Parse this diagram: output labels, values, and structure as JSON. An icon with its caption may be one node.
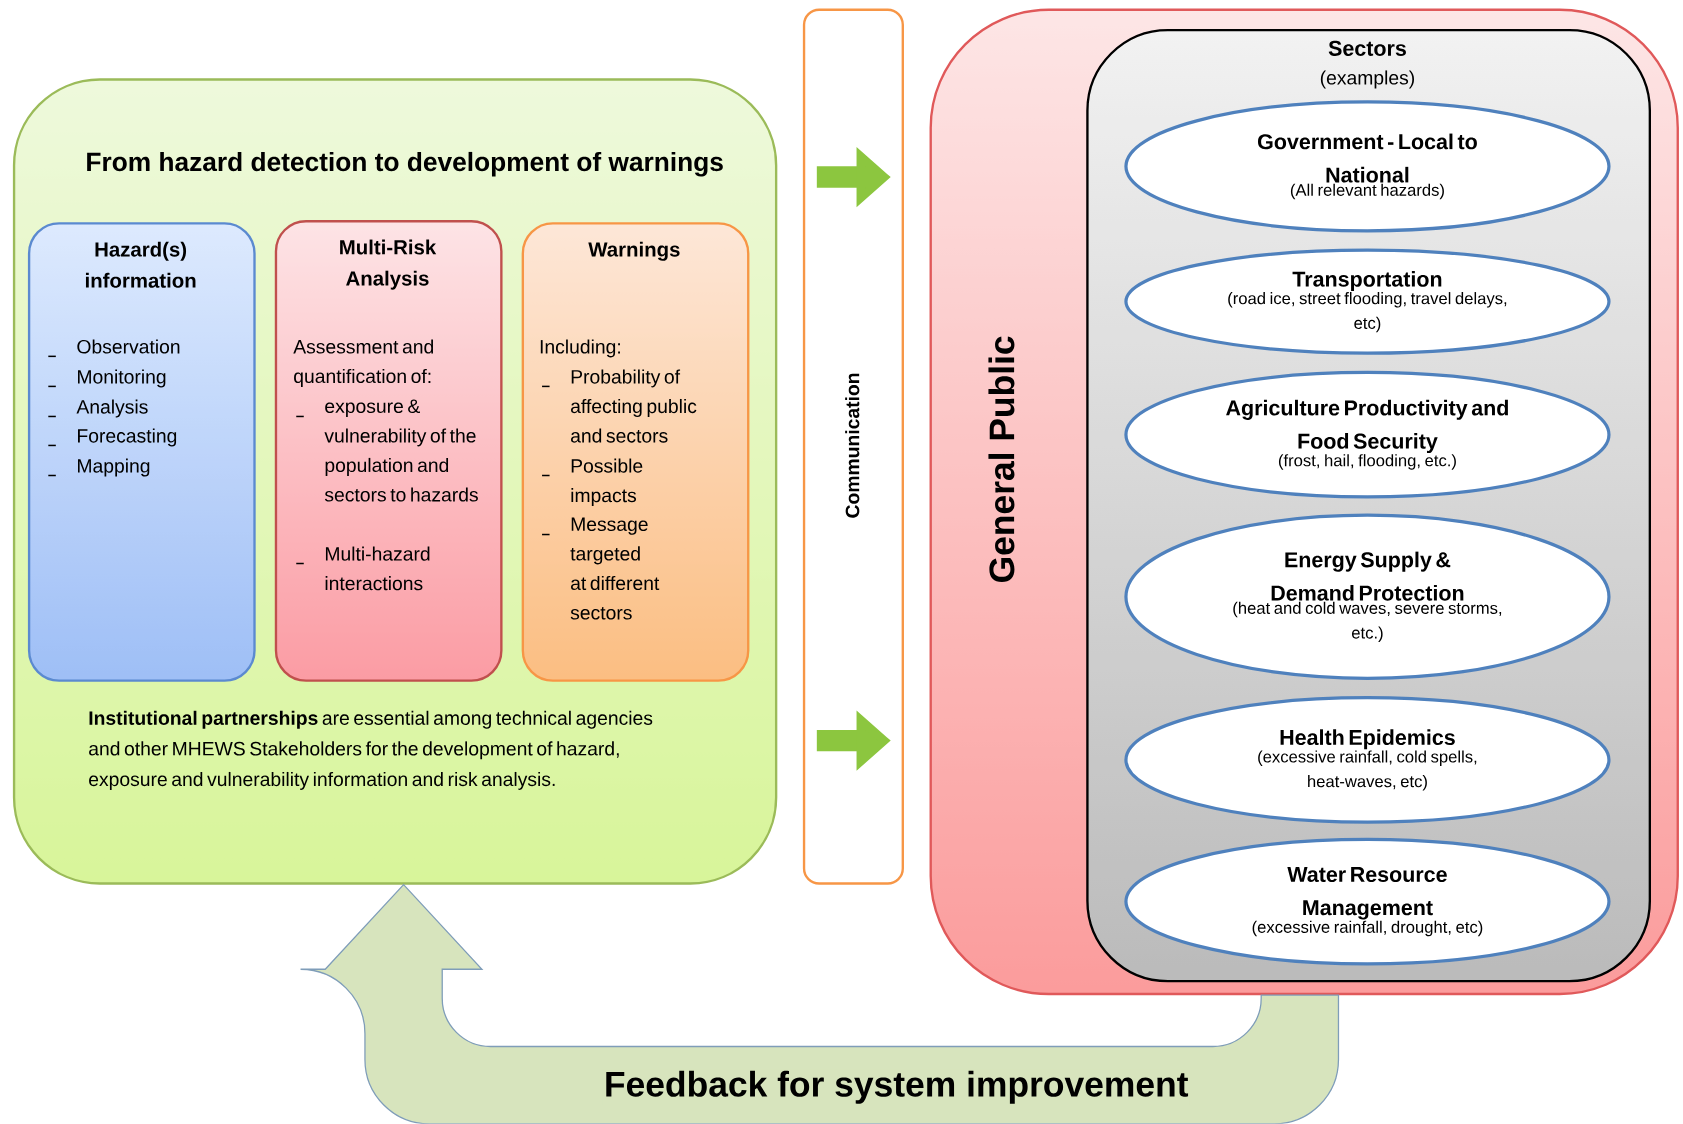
{
  "diagram": {
    "nodes": [
      {
        "text": [
          "From hazard detection to development of warnings",
          "**Institutional partnerships** are essential among technical agencies and other MHEWS Stakeholders for the development of hazard, exposure and vulnerability information and risk analysis."
        ]
      },
      {
        "text": [
          "Hazard(s) information",
          "Observation",
          "Monitoring",
          "Analysis",
          "Forecasting",
          "Mapping"
        ],
        "in": 0
      },
      {
        "text": [
          "Multi-Risk Analysis",
          "Assessment and quantification of:",
          "exposure & vulnerability of the population and sectors to hazards",
          "Multi-hazard interactions"
        ],
        "in": 0
      },
      {
        "text": [
          "Warnings",
          "Including:",
          "Probability of affecting public and sectors",
          "Possible impacts",
          "Message targeted at different sectors"
        ],
        "in": 0
      },
      {
        "text": [
          "Communication"
        ]
      },
      {
        "text": [
          "General Public"
        ]
      },
      {
        "text": [
          "Sectors",
          "(examples)"
        ],
        "in": 5
      },
      {
        "text": [
          "Government - Local to National",
          "(All relevant hazards)"
        ],
        "in": 6
      },
      {
        "text": [
          "Transportation",
          "(road ice, street flooding, travel delays, etc)"
        ],
        "in": 6
      },
      {
        "text": [
          "Agriculture Productivity and Food Security",
          "(frost, hail, flooding, etc.)"
        ],
        "in": 6
      },
      {
        "text": [
          "Energy Supply & Demand Protection",
          "(heat and cold waves, severe storms, etc.)"
        ],
        "in": 6
      },
      {
        "text": [
          "Health Epidemics",
          "(excessive rainfall, cold spells, heat-waves, etc)"
        ],
        "in": 6
      },
      {
        "text": [
          "Water Resource Management",
          "(excessive rainfall, drought, etc)"
        ],
        "in": 6
      }
    ],
    "edges": [
      {
        "from": 5,
        "to": 0,
        "arrow": "to",
        "style": "thick",
        "label": "Feedback for system improvement"
      }
    ]
  }
}
